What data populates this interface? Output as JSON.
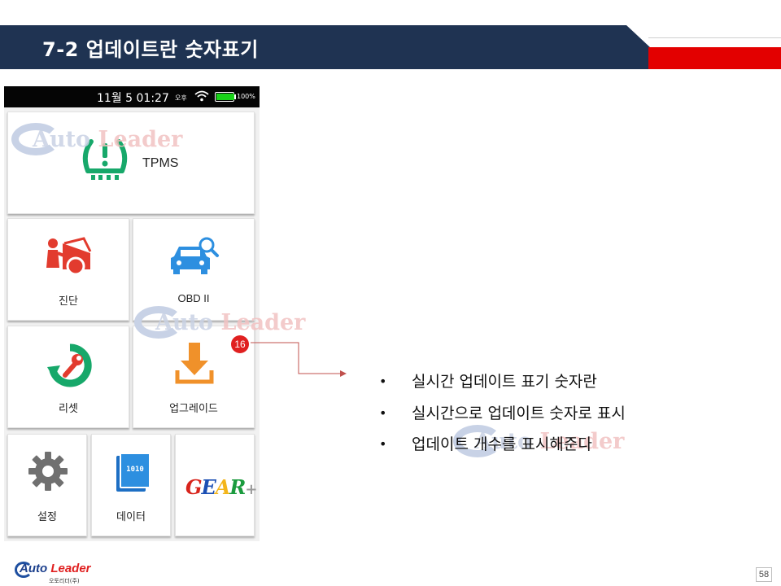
{
  "header": {
    "title": "7-2 업데이트란 숫자표기"
  },
  "phone": {
    "status": {
      "time": "11월 5  01:27",
      "ampm": "오후",
      "battery": "100%"
    },
    "tiles": {
      "tpms": "TPMS",
      "diagnosis": "진단",
      "obd": "OBD II",
      "reset": "리셋",
      "upgrade": "업그레이드",
      "settings": "설정",
      "data": "데이터",
      "data_icon_text": "1010",
      "gear": {
        "g": "G",
        "e": "E",
        "a": "A",
        "r": "R",
        "plus": "+"
      }
    },
    "update_badge": "16"
  },
  "watermark": {
    "part1": "Auto",
    "part2": "Leader"
  },
  "bullets": [
    "실시간 업데이트 표기 숫자란",
    "실시간으로 업데이트 숫자로 표시",
    "업데이트 개수를 표시해준다"
  ],
  "footer": {
    "logo_a": "Auto",
    "logo_b": "Leader",
    "logo_sub": "오토리더(주)",
    "page": "58"
  },
  "colors": {
    "banner": "#1f3352",
    "accent_red": "#e30000",
    "tpms_green": "#17a86a",
    "orange": "#f0912a",
    "blue": "#2d8fe0"
  }
}
